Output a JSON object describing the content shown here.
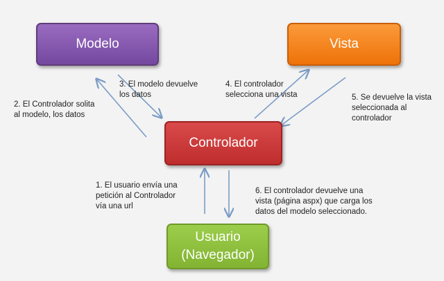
{
  "nodes": {
    "modelo": "Modelo",
    "vista": "Vista",
    "controlador": "Controlador",
    "usuario_line1": "Usuario",
    "usuario_line2": "(Navegador)"
  },
  "steps": {
    "step1": "1. El usuario envía una\npetición al Controlador\nvía una url",
    "step2": "2. El Controlador solita\nal modelo, los datos",
    "step3": "3. El modelo devuelve\nlos datos",
    "step4": "4. El controlador\nselecciona una vista",
    "step5": "5. Se devuelve la vista\nseleccionada al\ncontrolador",
    "step6": "6. El controlador devuelve una\nvista (página aspx) que carga los\ndatos del modelo seleccionado."
  },
  "colors": {
    "modelo": "#8458ae",
    "vista": "#f3810f",
    "controlador": "#c83333",
    "usuario": "#8cbf3c",
    "arrow": "#7a9cc6"
  }
}
